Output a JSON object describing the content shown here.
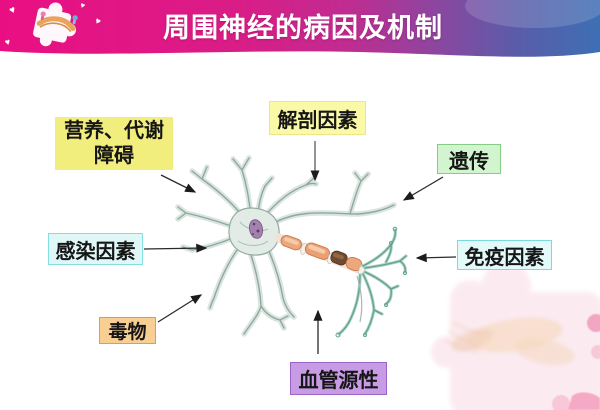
{
  "slide": {
    "title": "周围神经的病因及机制",
    "background_color": "#FFFFFF"
  },
  "banner": {
    "gradient": [
      "#E90F82",
      "#D91D87",
      "#C02C90",
      "#8E459F",
      "#5A5CA9",
      "#3E6FB4"
    ],
    "text_color": "#FFFFFF",
    "logo_icon": "puzzle-piece-icon",
    "sparkle_glyph": "♥"
  },
  "causes": [
    {
      "id": "nutrition",
      "label": "营养、代谢障碍",
      "bg": "#F2EE7D",
      "border": "#EBE68E",
      "position": "top-left"
    },
    {
      "id": "anatomy",
      "label": "解剖因素",
      "bg": "#FAF9A6",
      "border": "#EBE68E",
      "position": "top-center"
    },
    {
      "id": "heredity",
      "label": "遗传",
      "bg": "#D2F5D0",
      "border": "#85CC85",
      "position": "top-right"
    },
    {
      "id": "infection",
      "label": "感染因素",
      "bg": "#DFF7F7",
      "border": "#84DEDE",
      "position": "middle-left"
    },
    {
      "id": "immunity",
      "label": "免疫因素",
      "bg": "#E2FBFA",
      "border": "#7BDBDB",
      "position": "middle-right"
    },
    {
      "id": "toxin",
      "label": "毒物",
      "bg": "#F8CE92",
      "border": "#DE9C55",
      "position": "bottom-left"
    },
    {
      "id": "vascular",
      "label": "血管源性",
      "bg": "#C89BE5",
      "border": "#9C63C9",
      "position": "bottom-center"
    }
  ],
  "center_image": {
    "name": "neuron-illustration",
    "parts": [
      "dendrites",
      "soma",
      "nucleus",
      "myelinated-axon",
      "axon-terminals"
    ]
  },
  "decoration": {
    "name": "pink-puzzle-watermark"
  }
}
